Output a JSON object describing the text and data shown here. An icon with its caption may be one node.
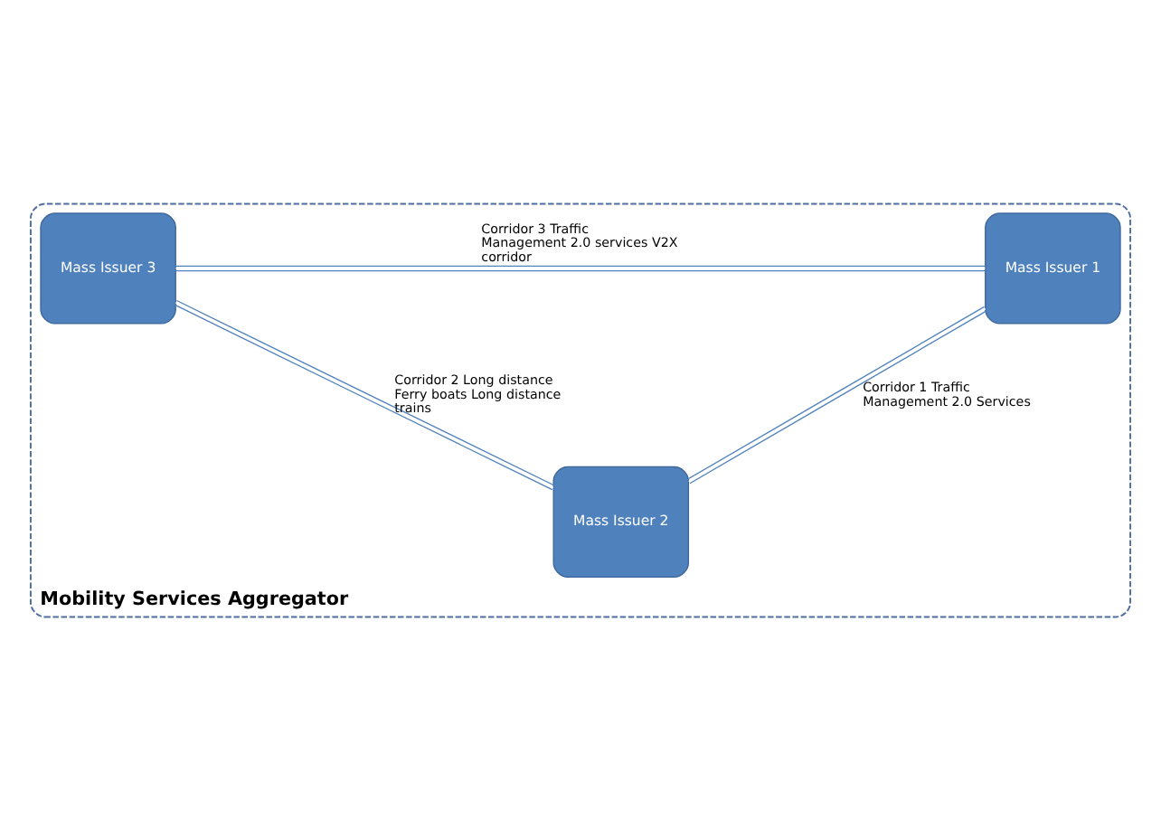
{
  "diagram": {
    "nodes": [
      {
        "text": [
          "Mobility Services Aggregator"
        ]
      },
      {
        "text": [
          "Mass Issuer 1"
        ],
        "in": 0
      },
      {
        "text": [
          "Mass Issuer 3"
        ],
        "in": 0
      },
      {
        "text": [
          "Mass Issuer 2"
        ],
        "in": 0
      }
    ],
    "edges": [
      {
        "from": 1,
        "to": 2,
        "arrow": "none",
        "label": "Corridor 3 Traffic Management 2.0 services V2X corridor"
      },
      {
        "from": 1,
        "to": 3,
        "arrow": "none",
        "label": "Corridor 1 Traffic Management 2.0 Services"
      },
      {
        "from": 2,
        "to": 3,
        "arrow": "none",
        "label": "Corridor 2 Long distance Ferry boats Long distance trains"
      }
    ]
  }
}
